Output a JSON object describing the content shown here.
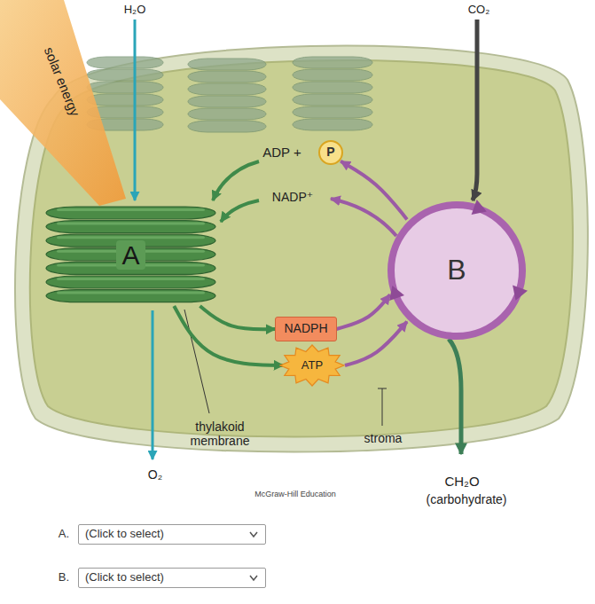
{
  "diagram": {
    "nodes": [
      {
        "text": [
          "P"
        ]
      },
      {
        "text": [
          "A"
        ]
      },
      {
        "text": [
          "B"
        ]
      },
      {
        "text": [
          "NADPH"
        ]
      },
      {
        "text": [
          "ATP"
        ]
      },
      {
        "text": [
          "(Click to select)"
        ]
      },
      {
        "text": [
          "(Click to select)"
        ]
      }
    ],
    "edges": [
      {
        "from": 1,
        "to": 3,
        "arrow": "to"
      },
      {
        "from": 1,
        "to": 4,
        "arrow": "to"
      },
      {
        "from": 3,
        "to": 2,
        "arrow": "to"
      },
      {
        "from": 4,
        "to": 2,
        "arrow": "to"
      },
      {
        "from": 2,
        "to": 0,
        "arrow": "to"
      }
    ],
    "labels": [
      "H₂O",
      "CO₂",
      "solar energy",
      "ADP +",
      "NADP⁺",
      "thylakoid membrane",
      "stroma",
      "O₂",
      "CH₂O",
      "(carbohydrate)",
      "McGraw-Hill Education",
      "A.",
      "B."
    ]
  }
}
